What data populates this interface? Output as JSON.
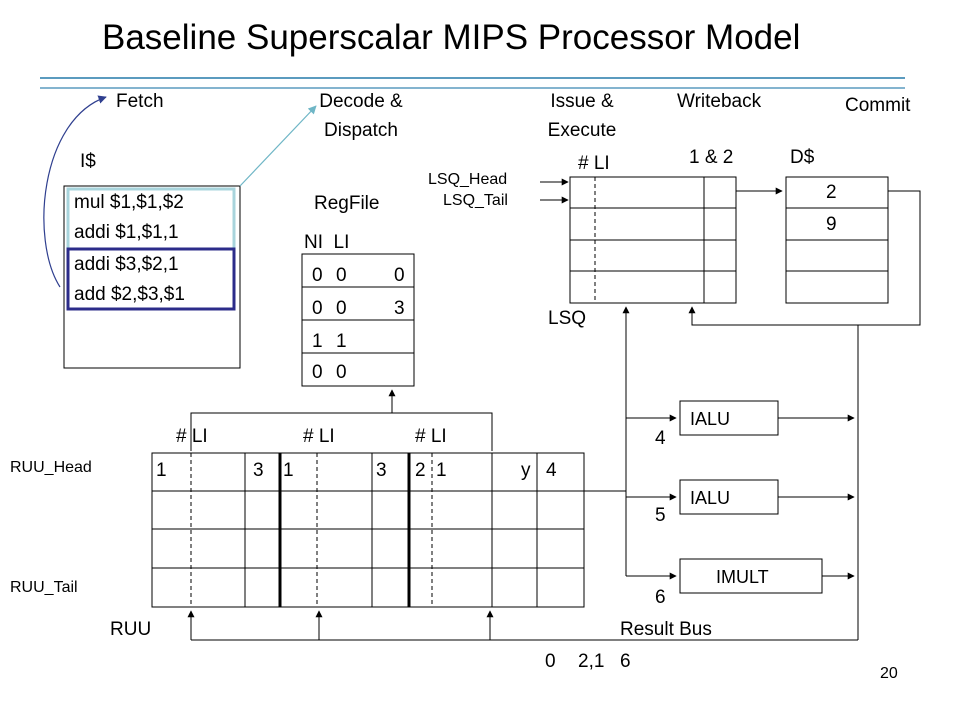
{
  "title": "Baseline Superscalar MIPS Processor Model",
  "page_number": "20",
  "colors": {
    "accent_line": "#5b9bbf",
    "cache_box_light": "#a8d4dc",
    "cache_box_dark": "#2c2c8a",
    "arrow_light": "#6fb6c6",
    "arrow_dark": "#2f3f8f"
  },
  "stages": {
    "fetch": "Fetch",
    "decode": [
      "Decode &",
      "Dispatch"
    ],
    "issue": [
      "Issue &",
      "Execute"
    ],
    "writeback": "Writeback",
    "commit": "Commit"
  },
  "icache": {
    "label": "I$",
    "instructions": [
      "mul  $1,$1,$2",
      "addi $1,$1,1",
      "addi $3,$2,1",
      "add  $2,$3,$1"
    ]
  },
  "regfile": {
    "label": "RegFile",
    "headers": "NI  LI",
    "rows": [
      [
        "0",
        "0",
        "0"
      ],
      [
        "0",
        "0",
        "3"
      ],
      [
        "1",
        "1",
        ""
      ],
      [
        "0",
        "0",
        ""
      ]
    ]
  },
  "lsq": {
    "label": "LSQ",
    "header": "# LI",
    "head_label": "LSQ_Head",
    "tail_label": "LSQ_Tail",
    "top_right": "1 & 2"
  },
  "dcache": {
    "label": "D$",
    "values": [
      "2",
      "9",
      "",
      ""
    ]
  },
  "ruu": {
    "label": "RUU",
    "head_label": "RUU_Head",
    "tail_label": "RUU_Tail",
    "headers": [
      "# LI",
      "# LI",
      "# LI"
    ],
    "row1": [
      "1",
      "3",
      "1",
      "3",
      "2",
      "1",
      "y",
      "4"
    ]
  },
  "fus": [
    {
      "name": "IALU",
      "num": "4"
    },
    {
      "name": "IALU",
      "num": "5"
    },
    {
      "name": "IMULT",
      "num": "6"
    }
  ],
  "result_bus": {
    "label": "Result Bus",
    "values": [
      "0",
      "2,1",
      "6"
    ]
  }
}
